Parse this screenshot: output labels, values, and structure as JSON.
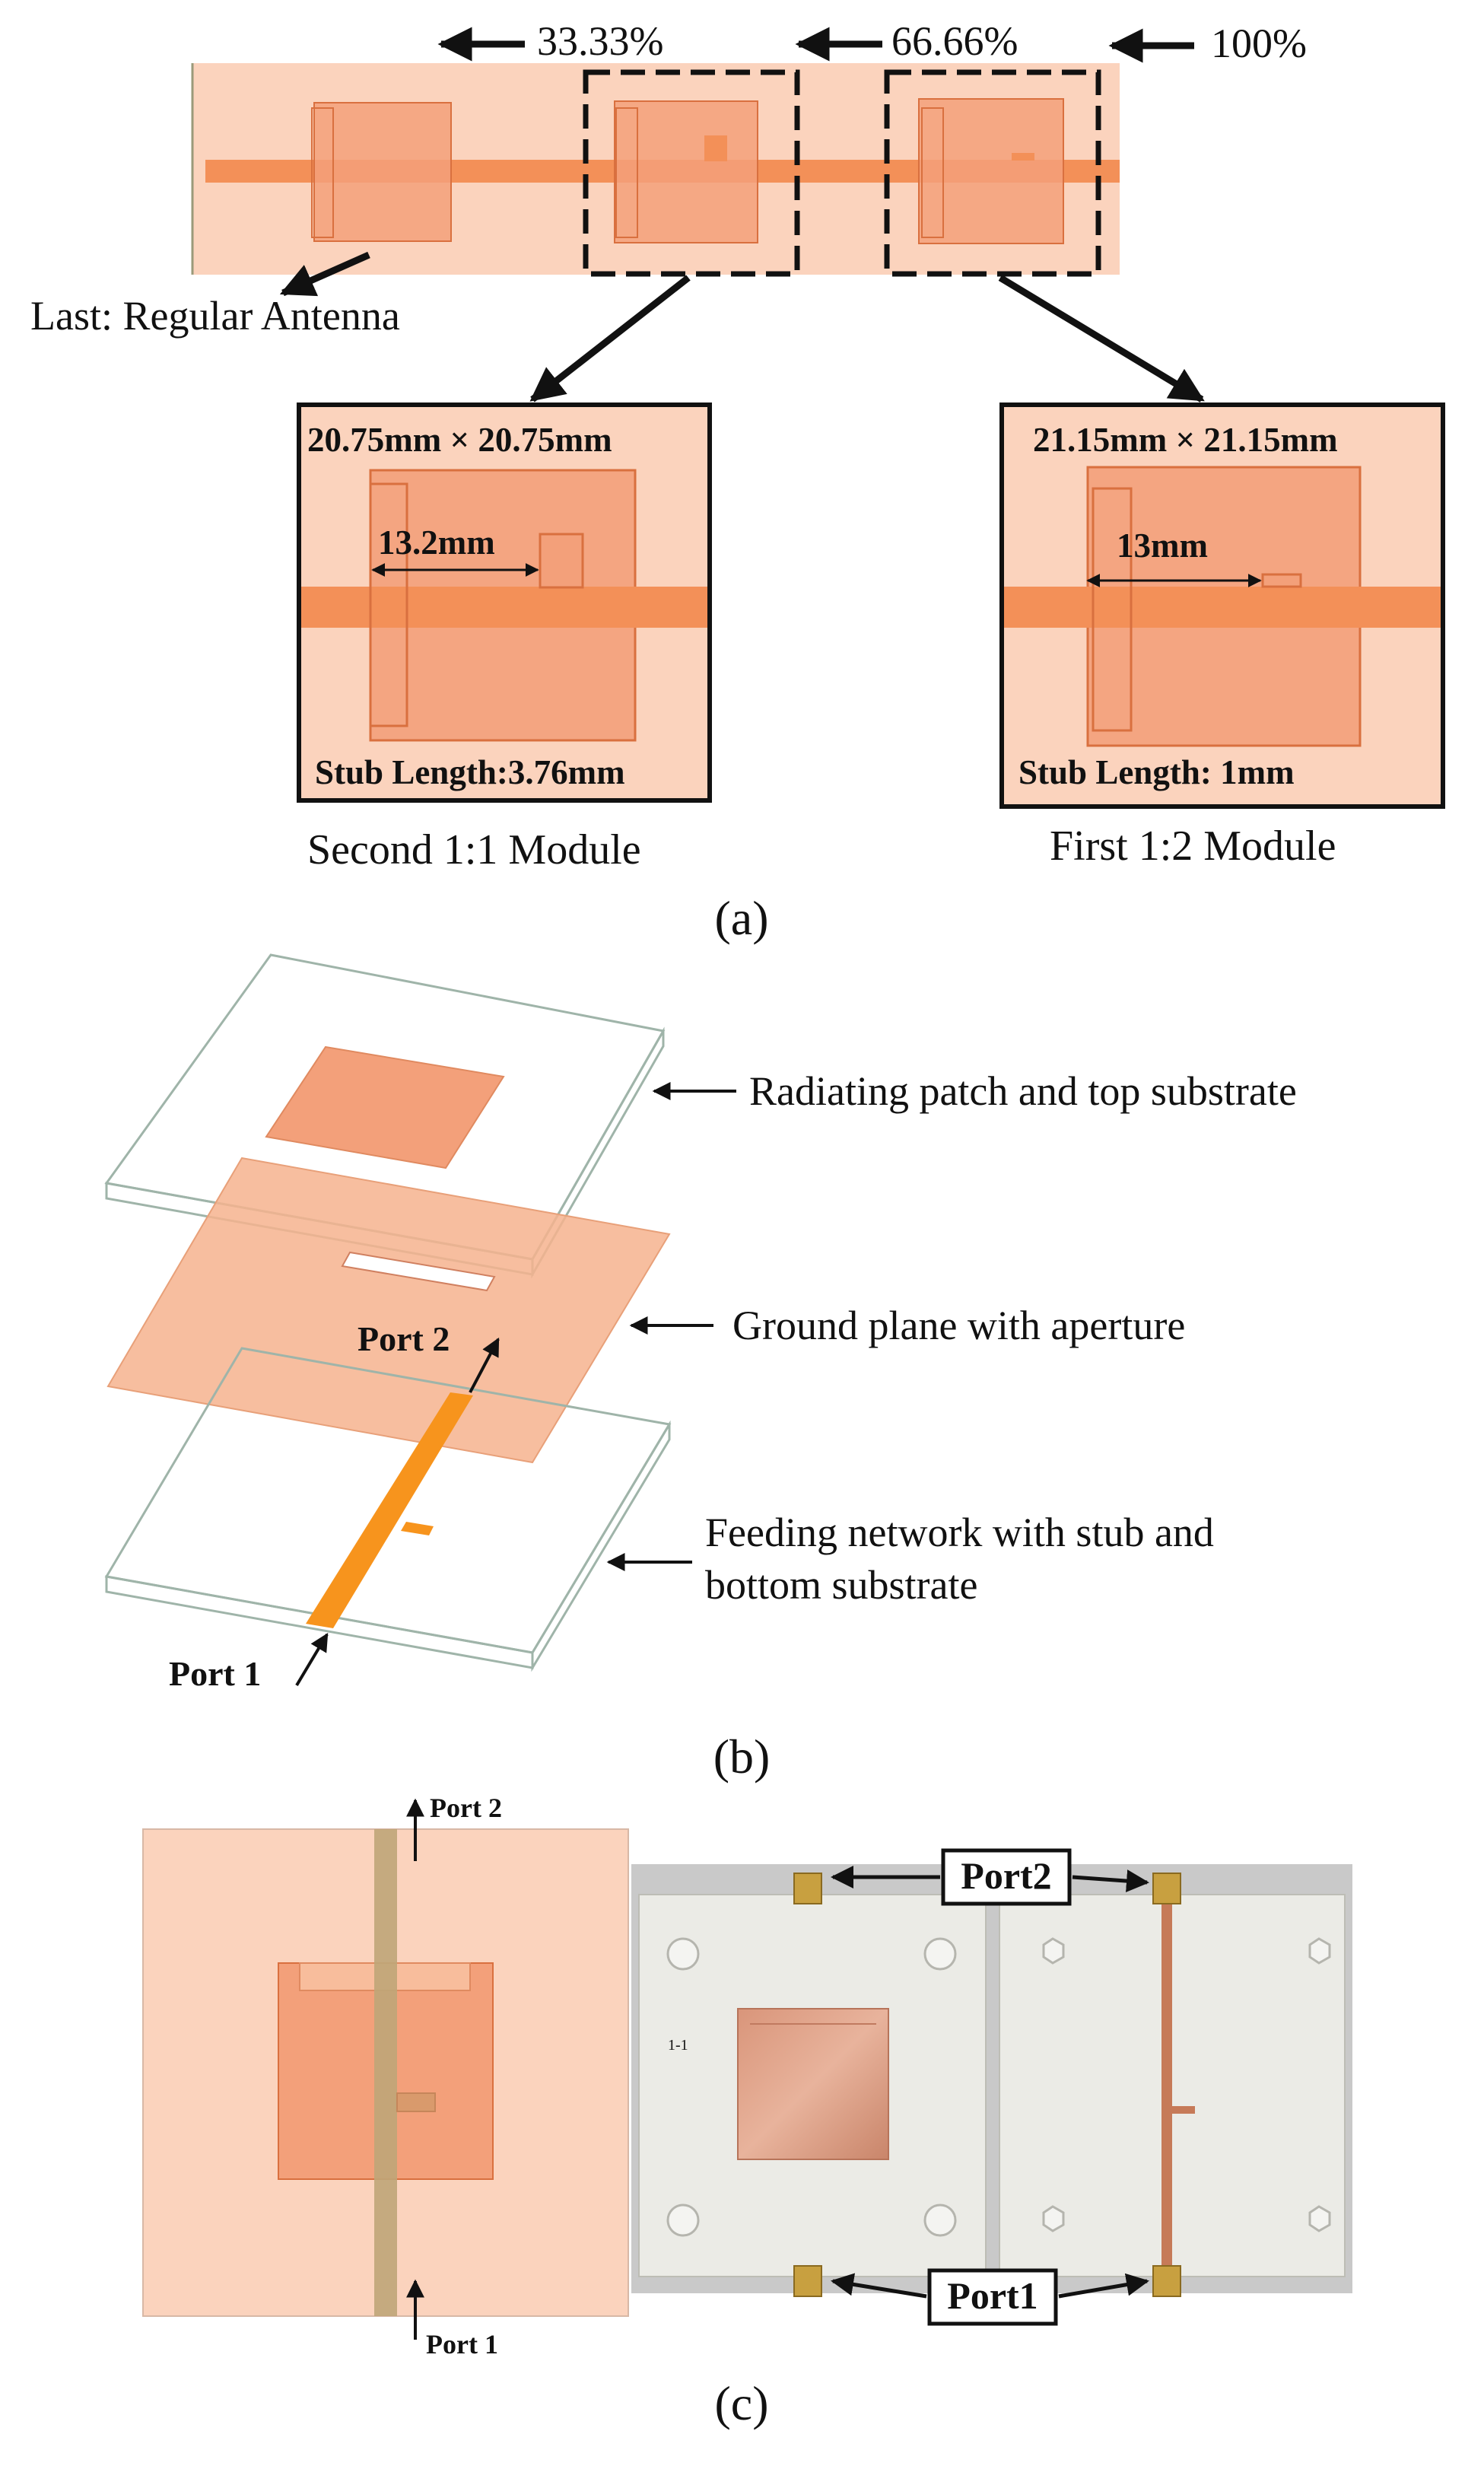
{
  "panel_a": {
    "percent_labels": [
      "33.33%",
      "66.66%",
      "100%"
    ],
    "last_label": "Last: Regular Antenna",
    "second_module": {
      "size": "20.75mm × 20.75mm",
      "dimension": "13.2mm",
      "stub": "Stub Length:3.76mm",
      "caption": "Second 1:1 Module"
    },
    "first_module": {
      "size": "21.15mm × 21.15mm",
      "dimension": "13mm",
      "stub": "Stub Length: 1mm",
      "caption": "First 1:2 Module"
    },
    "label": "(a)"
  },
  "panel_b": {
    "layer_top": "Radiating patch and top substrate",
    "layer_middle": "Ground plane with aperture",
    "layer_bottom_line1": "Feeding network with stub and",
    "layer_bottom_line2": "bottom substrate",
    "port2": "Port 2",
    "port1": "Port 1",
    "label": "(b)"
  },
  "panel_c": {
    "sim_port2": "Port 2",
    "sim_port1": "Port 1",
    "photo_port2": "Port2",
    "photo_port1": "Port1",
    "photo_marking": "1-1",
    "label": "(c)"
  },
  "colors": {
    "substrate": "#fbd3bd",
    "patch": "#f3a07a",
    "feed": "#f39058",
    "copper_feed": "#f7941d",
    "photo_bg": "#c9c9c9",
    "board": "#ebebe6"
  }
}
